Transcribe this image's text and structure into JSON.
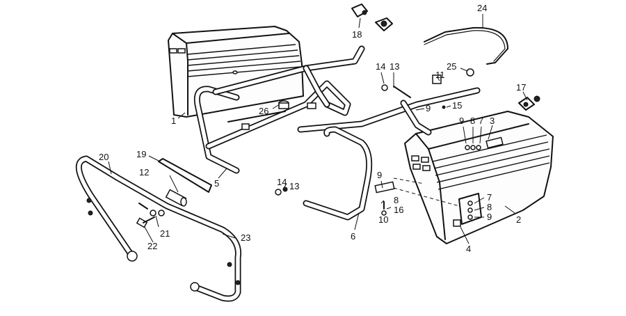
{
  "callouts": [
    {
      "id": "c1",
      "text": "1"
    },
    {
      "id": "c2",
      "text": "2"
    },
    {
      "id": "c3",
      "text": "3"
    },
    {
      "id": "c4",
      "text": "4"
    },
    {
      "id": "c5",
      "text": "5"
    },
    {
      "id": "c6",
      "text": "6"
    },
    {
      "id": "c7a",
      "text": "7"
    },
    {
      "id": "c7b",
      "text": "7"
    },
    {
      "id": "c8a",
      "text": "8"
    },
    {
      "id": "c8b",
      "text": "8"
    },
    {
      "id": "c8c",
      "text": "8"
    },
    {
      "id": "c9a",
      "text": "9"
    },
    {
      "id": "c9b",
      "text": "9"
    },
    {
      "id": "c9c",
      "text": "9"
    },
    {
      "id": "c9d",
      "text": "9"
    },
    {
      "id": "c10",
      "text": "10"
    },
    {
      "id": "c11",
      "text": "11"
    },
    {
      "id": "c12",
      "text": "12"
    },
    {
      "id": "c13a",
      "text": "13"
    },
    {
      "id": "c13b",
      "text": "13"
    },
    {
      "id": "c14a",
      "text": "14"
    },
    {
      "id": "c14b",
      "text": "14"
    },
    {
      "id": "c15",
      "text": "15"
    },
    {
      "id": "c16",
      "text": "16"
    },
    {
      "id": "c17",
      "text": "17"
    },
    {
      "id": "c18",
      "text": "18"
    },
    {
      "id": "c19",
      "text": "19"
    },
    {
      "id": "c20",
      "text": "20"
    },
    {
      "id": "c21",
      "text": "21"
    },
    {
      "id": "c22",
      "text": "22"
    },
    {
      "id": "c23",
      "text": "23"
    },
    {
      "id": "c24",
      "text": "24"
    },
    {
      "id": "c25",
      "text": "25"
    },
    {
      "id": "c26",
      "text": "26"
    }
  ]
}
